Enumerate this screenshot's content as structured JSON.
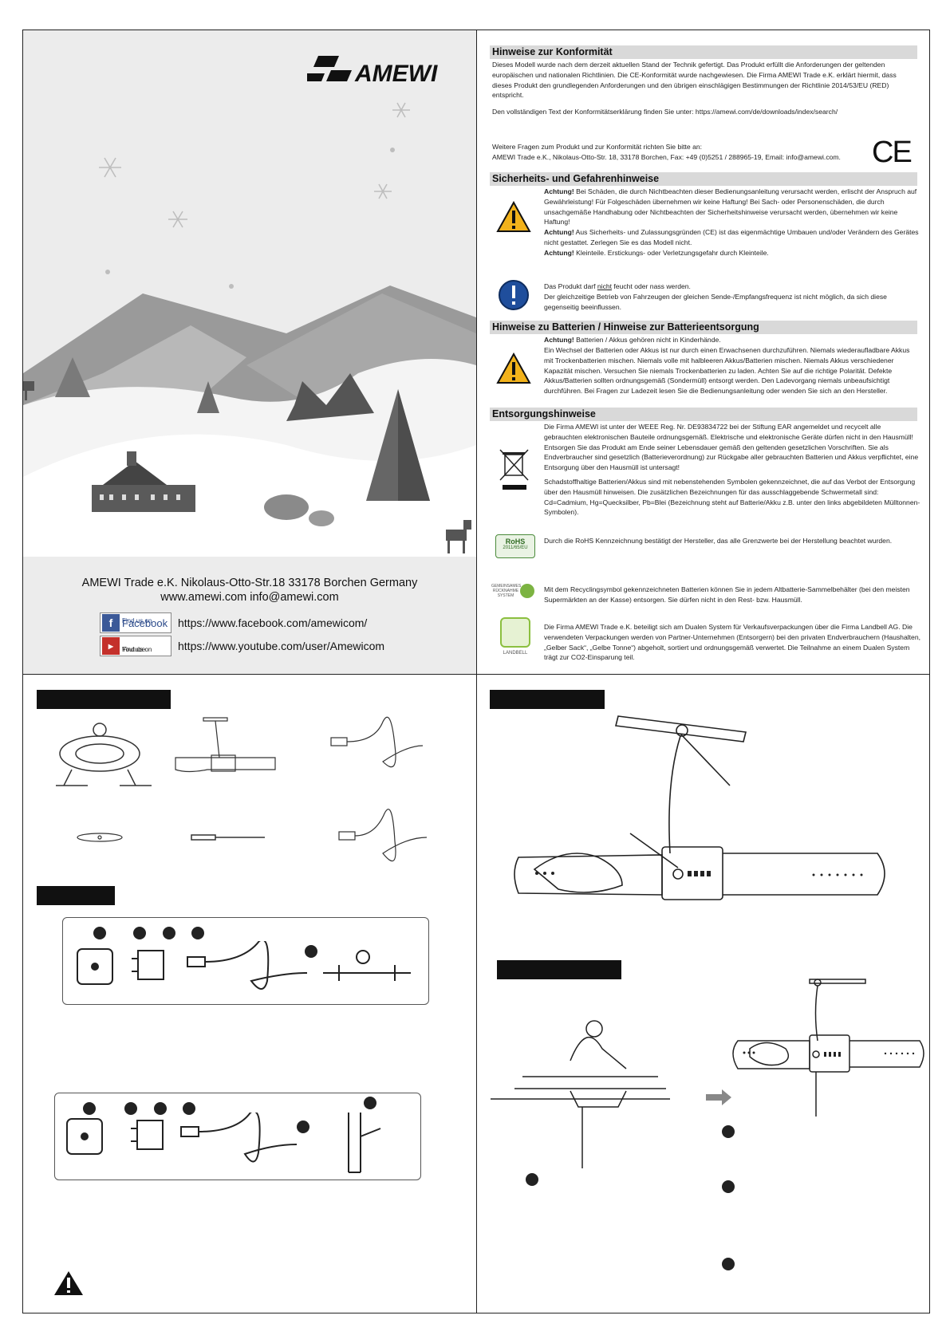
{
  "brand": {
    "name": "AMEWI"
  },
  "cover": {
    "contact_line1": "AMEWI Trade e.K.     Nikolaus-Otto-Str.18   33178 Borchen   Germany",
    "contact_line2": "www.amewi.com      info@amewi.com",
    "facebook_badge_small": "Find us on",
    "facebook_badge_big": "Facebook",
    "facebook_url": "https://www.facebook.com/amewicom/",
    "youtube_badge_small": "Find us on",
    "youtube_badge_big": "Youtube",
    "youtube_url": "https://www.youtube.com/user/Amewicom"
  },
  "conformity": {
    "heading": "Hinweise zur Konformität",
    "p1": "Dieses Modell wurde nach dem derzeit aktuellen Stand der Technik gefertigt. Das Produkt erfüllt die Anforderungen der geltenden europäischen und nationalen Richtlinien. Die CE-Konformität wurde nachgewiesen.  Die Firma AMEWI Trade e.K. erklärt hiermit, dass dieses Produkt den grundlegenden Anforderungen und den übrigen einschlägigen Bestimmungen der Richtlinie 2014/53/EU (RED)  entspricht.",
    "p2": "Den vollständigen Text der Konformitätserklärung finden Sie unter: https://amewi.com/de/downloads/index/search/",
    "p3": "Weitere Fragen zum Produkt und zur Konformität richten Sie bitte an:",
    "p4": "AMEWI Trade e.K., Nikolaus-Otto-Str. 18, 33178 Borchen, Fax: +49 (0)5251 / 288965-19, Email: info@amewi.com.",
    "ce_mark": "CE"
  },
  "safety": {
    "heading": "Sicherheits- und Gefahrenhinweise",
    "a1_label": "Achtung!",
    "a1_text": " Bei Schäden, die durch Nichtbeachten dieser Bedienungsanleitung verursacht werden, erlischt der Anspruch auf Gewährleistung! Für Folgeschäden übernehmen wir keine Haftung! Bei Sach- oder Personenschäden, die durch unsachgemäße Handhabung oder Nichtbeachten der Sicherheitshinweise verursacht werden, übernehmen wir keine Haftung!",
    "a2_label": "Achtung!",
    "a2_text": " Aus Sicherheits- und Zulassungsgründen (CE) ist das eigenmächtige Umbauen und/oder Verändern des Gerätes nicht gestattet. Zerlegen Sie es das Modell nicht.",
    "a3_label": "Achtung!",
    "a3_text": " Kleinteile. Erstickungs- oder Verletzungsgefahr durch Kleinteile.",
    "b1_pre": "Das Produkt darf ",
    "b1_under": "nicht",
    "b1_post": " feucht oder nass werden.",
    "b2": "Der gleichzeitige Betrieb von Fahrzeugen der gleichen Sende-/Empfangsfrequenz ist nicht möglich, da sich diese gegenseitig beeinflussen."
  },
  "battery": {
    "heading": "Hinweise zu Batterien / Hinweise zur Batterieentsorgung",
    "label": "Achtung!",
    "line1": " Batterien / Akkus gehören nicht in Kinderhände.",
    "text": "Ein Wechsel der Batterien oder Akkus ist nur durch einen Erwachsenen durchzuführen. Niemals wiederaufladbare Akkus mit Trockenbatterien mischen. Niemals volle mit halbleeren Akkus/Batterien mischen. Niemals Akkus verschiedener Kapazität mischen. Versuchen Sie niemals Trockenbatterien zu laden. Achten Sie auf die richtige Polarität. Defekte Akkus/Batterien sollten ordnungsgemäß (Sondermüll) entsorgt werden. Den Ladevorgang niemals unbeaufsichtigt durchführen. Bei Fragen zur Ladezeit lesen Sie die Bedienungsanleitung oder wenden Sie sich an den Hersteller."
  },
  "disposal": {
    "heading": "Entsorgungshinweise",
    "p1": "Die Firma AMEWI ist unter der WEEE Reg. Nr. DE93834722 bei der Stiftung EAR angemeldet und recycelt alle gebrauchten elektronischen Bauteile ordnungsgemäß. Elektrische und elektronische Geräte  dürfen nicht in den Hausmüll! Entsorgen Sie das Produkt am Ende seiner Lebensdauer gemäß den geltenden gesetzlichen Vorschriften. Sie als Endverbraucher sind gesetzlich (Batterieverordnung) zur Rückgabe aller gebrauchten Batterien und Akkus verpflichtet, eine Entsorgung über den Hausmüll ist untersagt!",
    "p2": "Schadstoffhaltige Batterien/Akkus sind mit nebenstehenden Symbolen gekennzeichnet, die auf das Verbot der Entsorgung über den Hausmüll hinweisen. Die zusätzlichen Bezeichnungen für das ausschlaggebende Schwermetall sind: Cd=Cadmium, Hg=Quecksilber, Pb=Blei (Bezeichnung steht auf Batterie/Akku z.B. unter den links abgebildeten Mülltonnen-Symbolen).",
    "rohs_badge": "RoHS",
    "rohs_sub": "2011/65/EU",
    "rohs_text": "Durch die RoHS Kennzeichnung bestätigt der Hersteller, das alle Grenzwerte bei der Herstellung beachtet wurden.",
    "recycling_badge": "GEMEINSAMES RÜCKNAHME SYSTEM",
    "recycling_text": "Mit dem Recyclingsymbol gekennzeichneten Batterien können Sie in jedem Altbatterie-Sammelbehälter (bei den meisten Supermärkten an der Kasse) entsorgen. Sie dürfen nicht in den Rest- bzw. Hausmüll.",
    "landbell_badge": "LANDBELL",
    "landbell_text": "Die Firma AMEWI Trade e.K. beteiligt sich am Dualen System für Verkaufsverpackungen über die Firma Landbell AG. Die verwendeten Verpackungen werden von Partner-Unternehmen (Entsorgern) bei den privaten Endverbrauchern (Haushalten, „Gelber Sack“, „Gelbe Tonne“) abgeholt, sortiert und ordnungsgemäß verwertet. Die Teilnahme an einem Dualen System trägt zur CO2-Einsparung teil."
  },
  "colors": {
    "header_bg": "#d9d9d9",
    "warning_yellow": "#f2b21b",
    "info_blue": "#1f4e9c",
    "facebook": "#3b5998",
    "youtube": "#c4302b"
  }
}
